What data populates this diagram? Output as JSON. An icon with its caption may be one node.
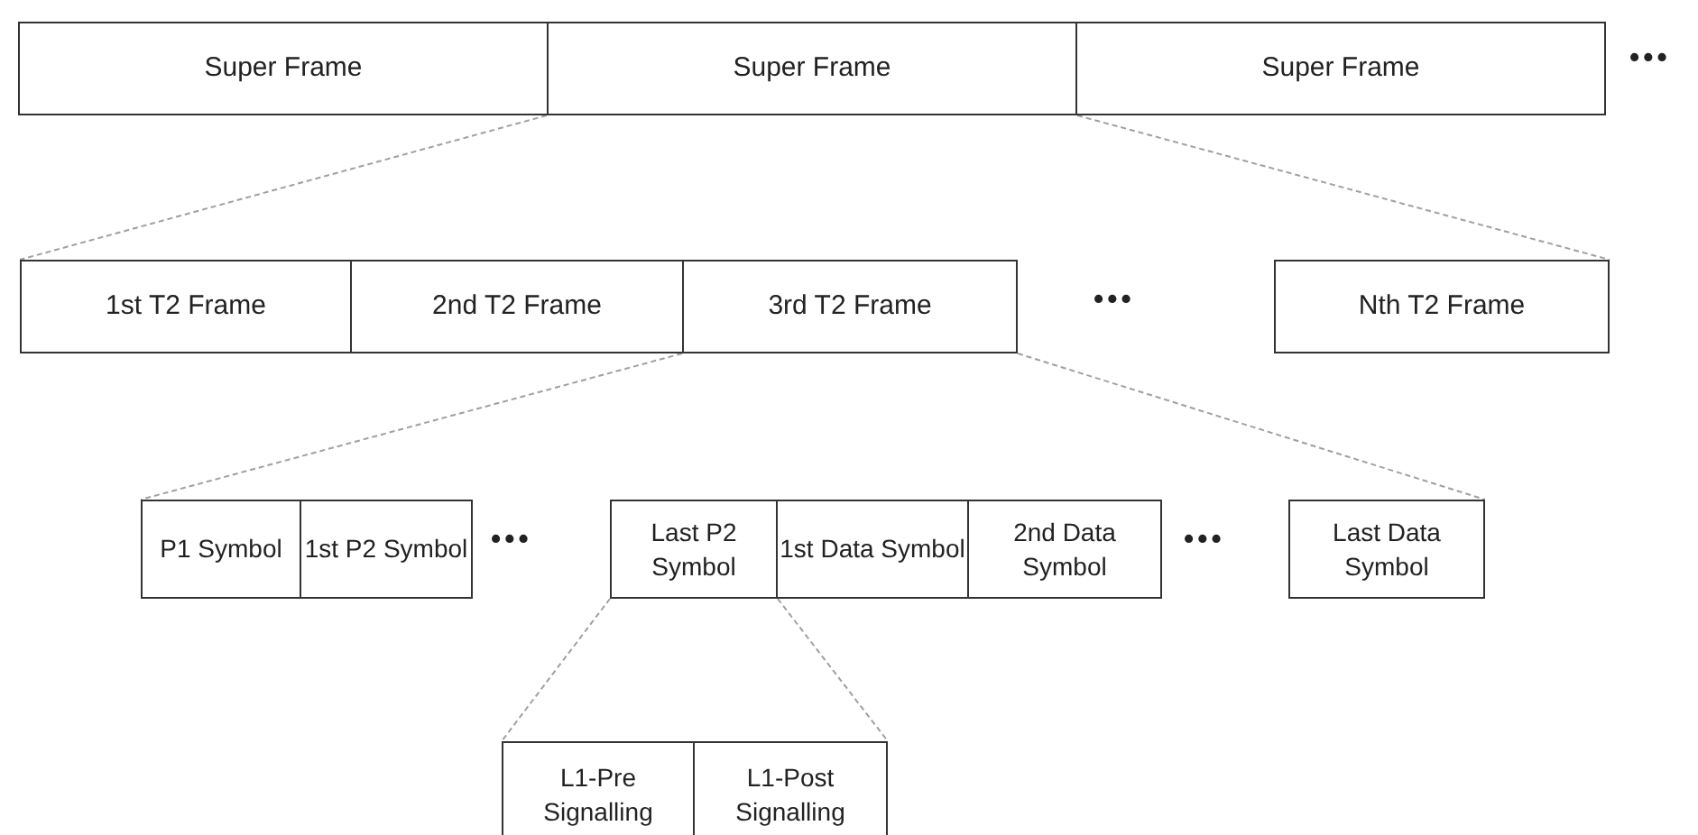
{
  "diagram": {
    "nodes": [
      {
        "text": [
          "Super Frame"
        ]
      },
      {
        "text": [
          "Super Frame"
        ]
      },
      {
        "text": [
          "Super Frame"
        ]
      },
      {
        "text": [
          "1st T2 Frame"
        ]
      },
      {
        "text": [
          "2nd T2 Frame"
        ]
      },
      {
        "text": [
          "3rd T2 Frame"
        ]
      },
      {
        "text": [
          "Nth T2 Frame"
        ]
      },
      {
        "text": [
          "P1 Symbol"
        ]
      },
      {
        "text": [
          "1st P2 Symbol"
        ]
      },
      {
        "text": [
          "Last P2 Symbol"
        ]
      },
      {
        "text": [
          "1st Data Symbol"
        ]
      },
      {
        "text": [
          "2nd Data Symbol"
        ]
      },
      {
        "text": [
          "Last Data Symbol"
        ]
      },
      {
        "text": [
          "L1-Pre Signalling"
        ]
      },
      {
        "text": [
          "L1-Post Signalling"
        ]
      }
    ],
    "edges": [
      {
        "from": 1,
        "to": 3,
        "arrow": "none",
        "style": "dashed",
        "color": "#a0a0a0"
      },
      {
        "from": 1,
        "to": 6,
        "arrow": "none",
        "style": "dashed",
        "color": "#a0a0a0"
      },
      {
        "from": 5,
        "to": 7,
        "arrow": "none",
        "style": "dashed",
        "color": "#a0a0a0"
      },
      {
        "from": 5,
        "to": 12,
        "arrow": "none",
        "style": "dashed",
        "color": "#a0a0a0"
      },
      {
        "from": 9,
        "to": 13,
        "arrow": "none",
        "style": "dashed",
        "color": "#a0a0a0"
      },
      {
        "from": 9,
        "to": 14,
        "arrow": "none",
        "style": "dashed",
        "color": "#a0a0a0"
      }
    ],
    "labels": [
      "•••",
      "•••",
      "•••",
      "•••"
    ]
  }
}
